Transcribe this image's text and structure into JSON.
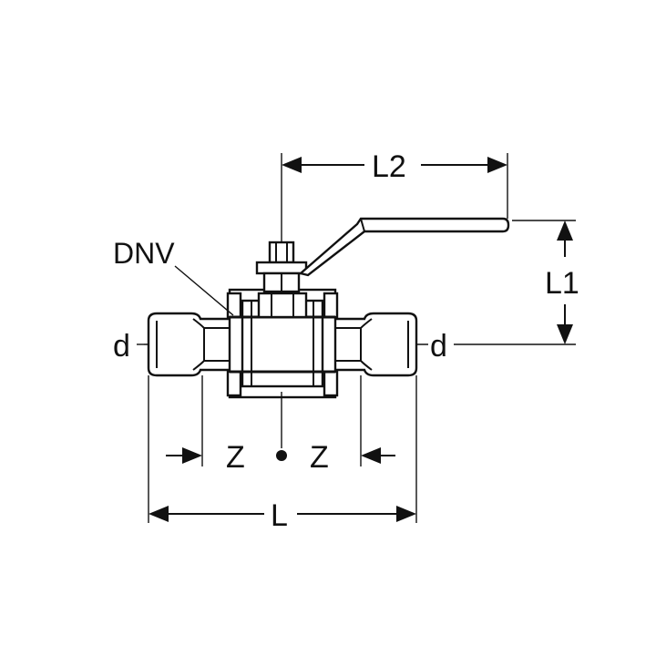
{
  "diagram": {
    "labels": {
      "dnv": "DNV",
      "d_left": "d",
      "d_right": "d",
      "z_left": "Z",
      "z_right": "Z",
      "l": "L",
      "l1": "L1",
      "l2": "L2"
    },
    "colors": {
      "line": "#111111",
      "background": "#ffffff"
    }
  }
}
